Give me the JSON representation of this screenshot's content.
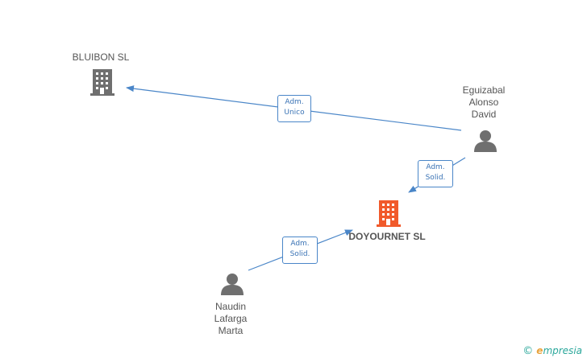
{
  "nodes": {
    "bluibon": {
      "label": "BLUIBON SL",
      "kind": "company",
      "color": "#6f6f6f"
    },
    "doyournet": {
      "label": "DOYOURNET SL",
      "kind": "company",
      "color": "#f15a2b"
    },
    "eguizabal": {
      "label_lines": [
        "Eguizabal",
        "Alonso",
        "David"
      ],
      "kind": "person",
      "color": "#6f6f6f"
    },
    "naudin": {
      "label_lines": [
        "Naudin",
        "Lafarga",
        "Marta"
      ],
      "kind": "person",
      "color": "#6f6f6f"
    }
  },
  "edges": [
    {
      "from": "eguizabal",
      "to": "bluibon",
      "role": [
        "Adm.",
        "Unico"
      ]
    },
    {
      "from": "eguizabal",
      "to": "doyournet",
      "role": [
        "Adm.",
        "Solid."
      ]
    },
    {
      "from": "naudin",
      "to": "doyournet",
      "role": [
        "Adm.",
        "Solid."
      ]
    }
  ],
  "colors": {
    "edge": "#4a86c8",
    "brand": "#2aa79b",
    "brand_accent": "#e8a33d"
  },
  "branding": {
    "copyright_symbol": "©",
    "name_initial": "e",
    "name_rest": "mpresia"
  }
}
